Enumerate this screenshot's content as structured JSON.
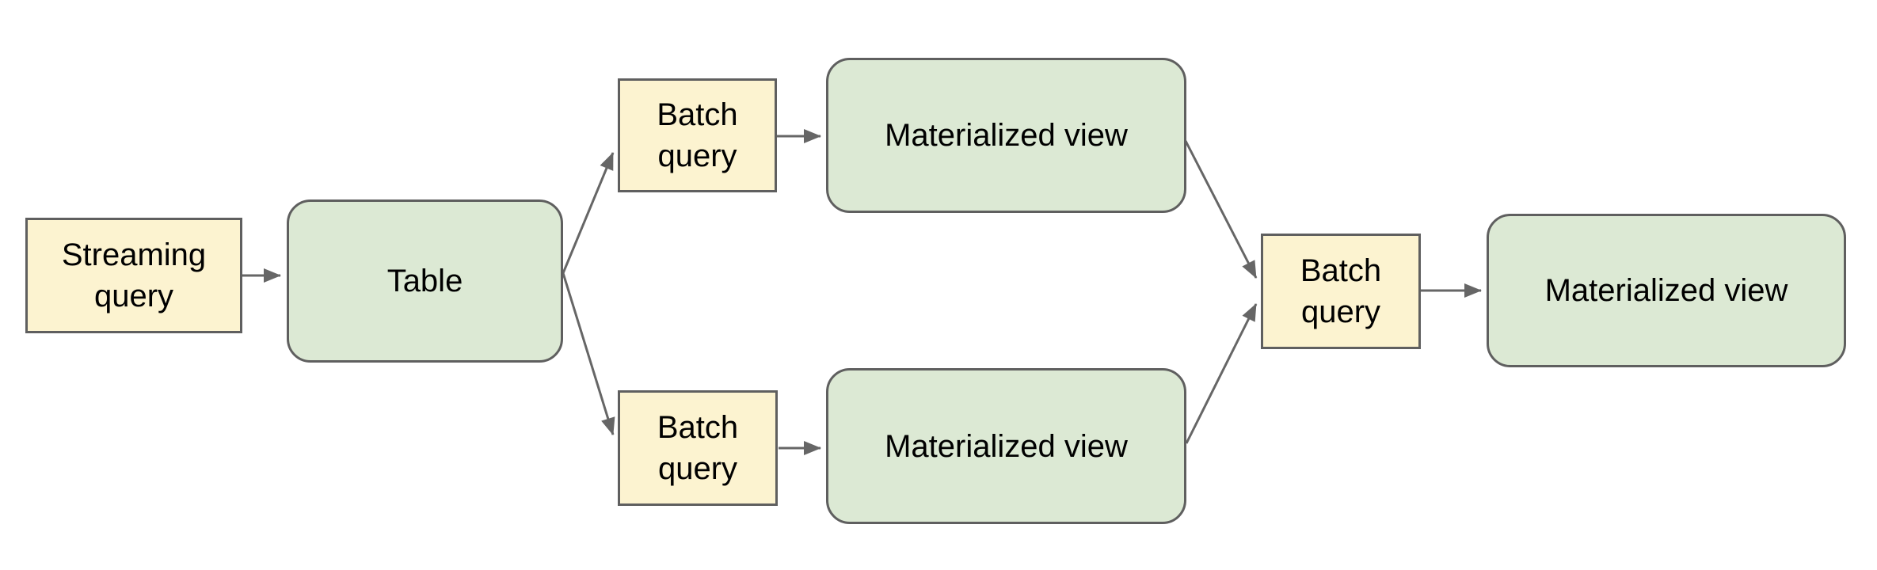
{
  "palette": {
    "query_fill": "#FCF3D0",
    "view_fill": "#DCE9D4",
    "node_border": "#5F5F5F",
    "edge_color": "#666666",
    "text_color": "#000000",
    "canvas_bg": "#FFFFFF"
  },
  "diagram": {
    "type": "flow-diagram",
    "nodes": [
      {
        "id": "streaming-query",
        "label": "Streaming query",
        "kind": "query"
      },
      {
        "id": "table",
        "label": "Table",
        "kind": "table"
      },
      {
        "id": "batch-query-top",
        "label": "Batch query",
        "kind": "query"
      },
      {
        "id": "materialized-view-top",
        "label": "Materialized view",
        "kind": "view"
      },
      {
        "id": "batch-query-bottom",
        "label": "Batch query",
        "kind": "query"
      },
      {
        "id": "materialized-view-bottom",
        "label": "Materialized view",
        "kind": "view"
      },
      {
        "id": "batch-query-right",
        "label": "Batch query",
        "kind": "query"
      },
      {
        "id": "materialized-view-final",
        "label": "Materialized view",
        "kind": "view"
      }
    ],
    "edges": [
      {
        "from": "streaming-query",
        "to": "table"
      },
      {
        "from": "table",
        "to": "batch-query-top"
      },
      {
        "from": "table",
        "to": "batch-query-bottom"
      },
      {
        "from": "batch-query-top",
        "to": "materialized-view-top"
      },
      {
        "from": "batch-query-bottom",
        "to": "materialized-view-bottom"
      },
      {
        "from": "materialized-view-top",
        "to": "batch-query-right"
      },
      {
        "from": "materialized-view-bottom",
        "to": "batch-query-right"
      },
      {
        "from": "batch-query-right",
        "to": "materialized-view-final"
      }
    ]
  }
}
